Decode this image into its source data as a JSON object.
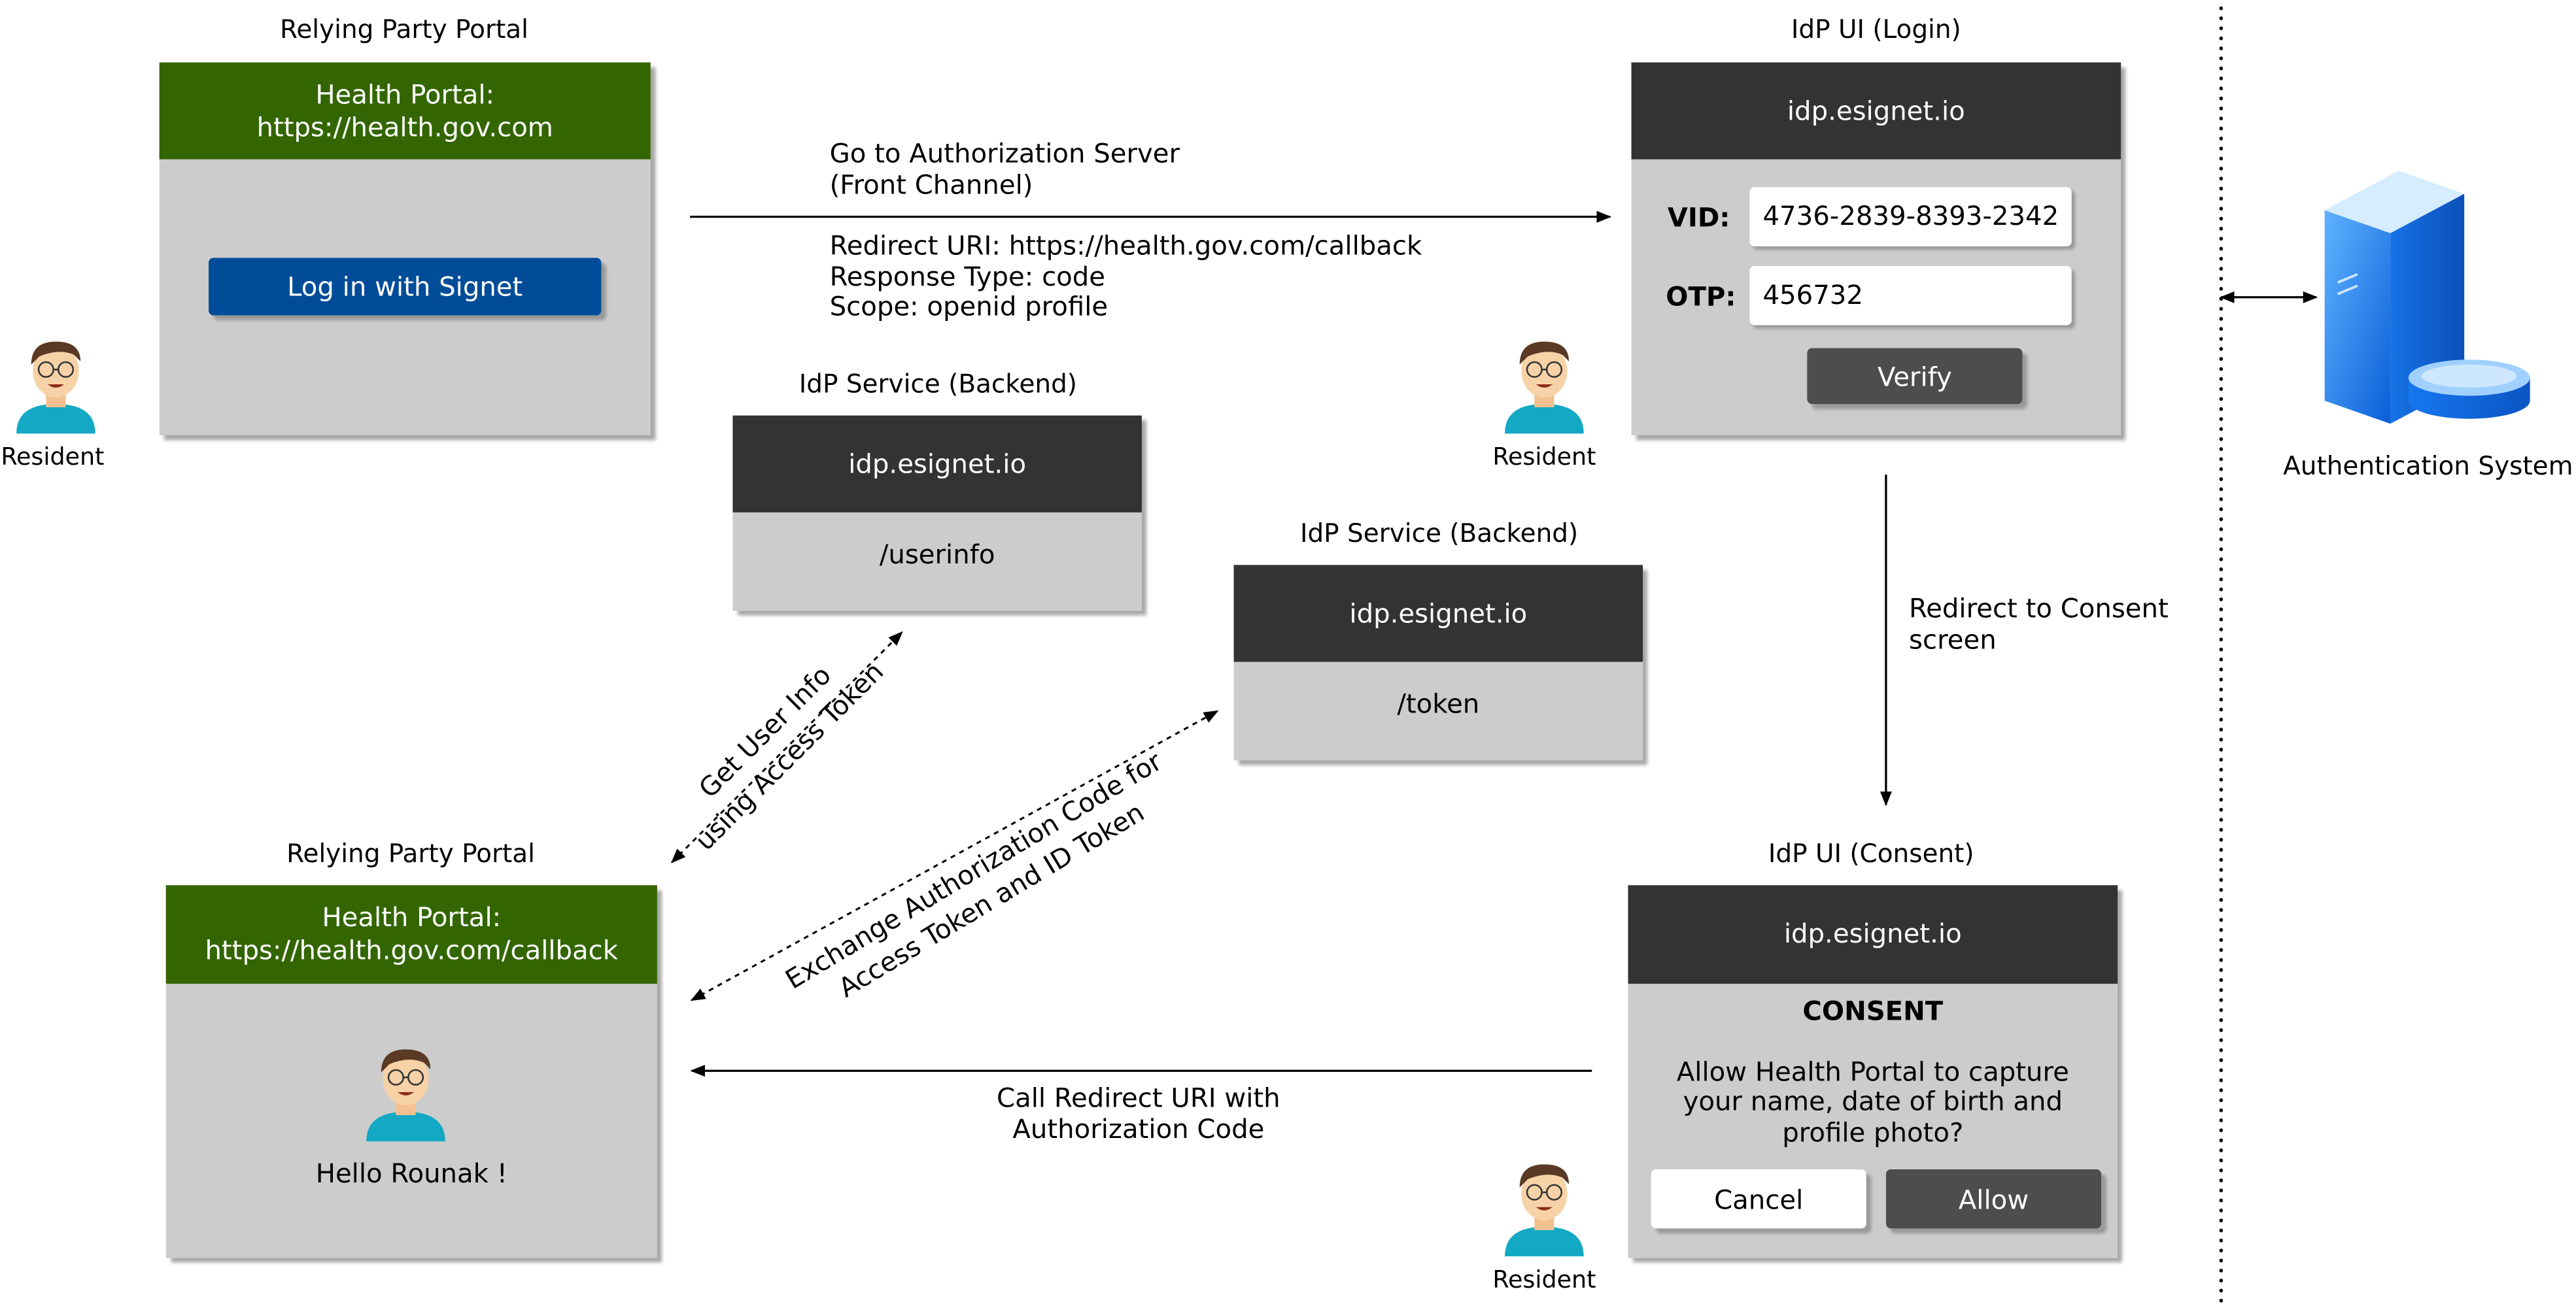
{
  "rp_login": {
    "title": "Relying Party Portal",
    "header_line1": "Health Portal:",
    "header_line2": "https://health.gov.com",
    "login_button": "Log in with Signet"
  },
  "rp_callback": {
    "title": "Relying Party Portal",
    "header_line1": "Health Portal:",
    "header_line2": "https://health.gov.com/callback",
    "greeting": "Hello Rounak !"
  },
  "idp_login": {
    "title": "IdP UI (Login)",
    "host": "idp.esignet.io",
    "vid_label": "VID:",
    "vid_value": "4736-2839-8393-2342",
    "otp_label": "OTP:",
    "otp_value": "456732",
    "verify_button": "Verify"
  },
  "idp_consent": {
    "title": "IdP UI (Consent)",
    "host": "idp.esignet.io",
    "heading": "CONSENT",
    "line1": "Allow Health Portal to capture",
    "line2": "your name, date of birth and",
    "line3": "profile photo?",
    "cancel_button": "Cancel",
    "allow_button": "Allow"
  },
  "svc_userinfo": {
    "title": "IdP Service (Backend)",
    "host": "idp.esignet.io",
    "path": "/userinfo"
  },
  "svc_token": {
    "title": "IdP Service (Backend)",
    "host": "idp.esignet.io",
    "path": "/token"
  },
  "auth_system": {
    "label": "Authentication System"
  },
  "actors": {
    "resident_1": "Resident",
    "resident_2": "Resident",
    "resident_3": "Resident"
  },
  "edges": {
    "front_channel_line1": "Go to Authorization Server",
    "front_channel_line2": "(Front Channel)",
    "redirect_uri": "Redirect URI: https://health.gov.com/callback",
    "response_type": "Response Type: code",
    "scope": "Scope: openid profile",
    "consent_line1": "Redirect to Consent",
    "consent_line2": "screen",
    "callback_line1": "Call Redirect URI with",
    "callback_line2": "Authorization Code",
    "userinfo_line1": "Get User Info",
    "userinfo_line2": "using Access Token",
    "exchange_line1": "Exchange Authorization Code for",
    "exchange_line2": "Access Token and ID Token"
  },
  "colors": {
    "portal_header": "#336600",
    "idp_header": "#333333",
    "panel": "#cccccc",
    "login_button": "#004c99",
    "server_blue": "#1e7ff0"
  }
}
